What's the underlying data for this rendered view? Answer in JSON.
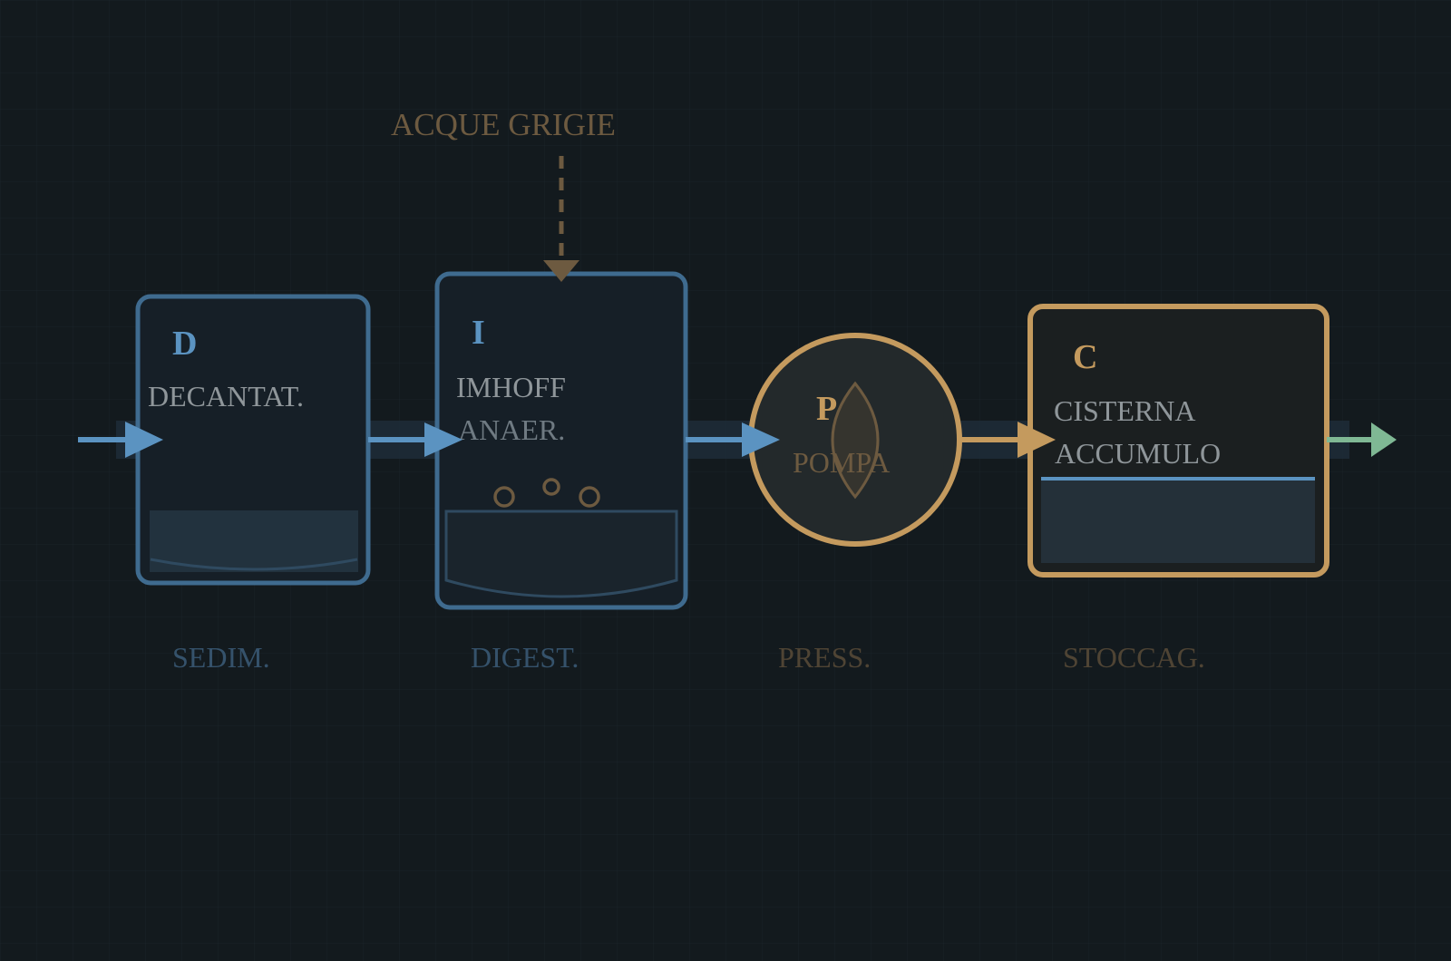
{
  "inlet_label": "ACQUE GRIGIE",
  "units": [
    {
      "letter": "D",
      "lines": [
        "DECANTAT."
      ],
      "stage": "SEDIM."
    },
    {
      "letter": "I",
      "lines": [
        "IMHOFF",
        "ANAER."
      ],
      "stage": "DIGEST."
    },
    {
      "letter": "P",
      "lines": [
        "POMPA"
      ],
      "stage": "PRESS."
    },
    {
      "letter": "C",
      "lines": [
        "CISTERNA",
        "ACCUMULO"
      ],
      "stage": "STOCCAG."
    }
  ],
  "colors": {
    "background": "#131a1e",
    "grid": "#1a2328",
    "blue": "#5b93c1",
    "blue_dim": "#3f6b8f",
    "gold": "#c49a5e",
    "gold_dim": "#6d5a40",
    "green": "#7fb894",
    "text_muted": "#8f969a"
  },
  "icons": {
    "flow_arrow": "arrow-right-icon",
    "inlet_arrow": "arrow-down-dashed-icon",
    "bubbles": "gas-bubbles-icon",
    "pump_impeller": "impeller-icon",
    "water_level": "water-level-icon"
  }
}
